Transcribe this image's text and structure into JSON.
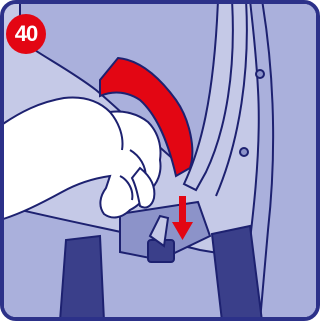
{
  "step": {
    "number": "40"
  },
  "colors": {
    "frame": "#2c3189",
    "seat_light": "#c5c9e7",
    "seat_mid": "#aab0dc",
    "seat_dark": "#8c93c9",
    "strap": "#3a3f8a",
    "handle_red": "#e30613",
    "badge_red": "#e30613",
    "hand": "#ffffff",
    "outline": "#1d2170"
  },
  "illustration": {
    "subject": "hand-pressing-red-release-handle-on-seat-shell",
    "arrow_direction": "down"
  }
}
